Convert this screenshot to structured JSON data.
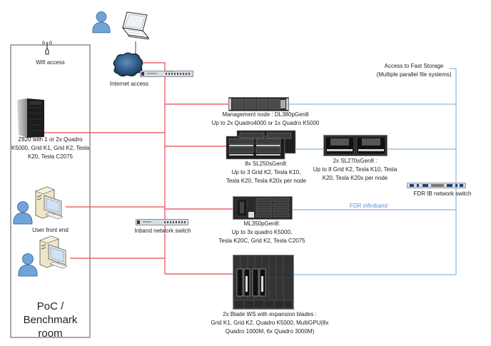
{
  "diagram": {
    "title": "HPC / GPU PoC infrastructure",
    "colors": {
      "inband_line": "#e8474c",
      "infiniband_line": "#8db3e2",
      "infiniband_label": "#5b8fd6",
      "box_border": "#555555"
    },
    "poc_room": {
      "title_lines": [
        "PoC /",
        "Benchmark",
        "room"
      ],
      "wifi_label": "Wifi access",
      "workstation_label_lines": [
        "Z820 with 1 or 2x Quadro",
        "K5000, Grid K1, Grid K2, Tesla",
        "K20, Tesla C2075"
      ],
      "user_front_end_label": "User front end"
    },
    "internet": {
      "label": "Internet access"
    },
    "inband_switch": {
      "label": "Inband network switch"
    },
    "storage": {
      "label_lines": [
        "Access to Fast Storage",
        "(Multiple parallel file systems)"
      ]
    },
    "ib_switch": {
      "label": "FDR IB network switch",
      "link_label": "FDR infiniband"
    },
    "nodes": {
      "management": {
        "label_lines": [
          "Management node : DL380pGen8",
          "Up to 2x Quadro4000 or 1x Quadro K5000"
        ]
      },
      "sl250": {
        "label_lines": [
          "8x SL250sGen8:",
          "Up to 3 Grid K2, Tesla K10,",
          "Tesla K20, Tesla K20x per node"
        ]
      },
      "sl270": {
        "label_lines": [
          "2x SL270sGen8 :",
          "Up to 8 Grid K2, Tesla K10, Tesla",
          "K20, Tesla K20x per node"
        ]
      },
      "ml350": {
        "label_lines": [
          "ML350pGen8:",
          "Up to 3x quadro K5000,",
          "Tesla K20C, Grid K2, Tesla C2075"
        ]
      },
      "blade": {
        "label_lines": [
          "2x Blade WS with expansion blades :",
          "Grid K1, Grid K2, Quadro K5000, MultiGPU(8x",
          "Quadro 1000M, 6x Quadro 3000M)"
        ]
      }
    }
  }
}
